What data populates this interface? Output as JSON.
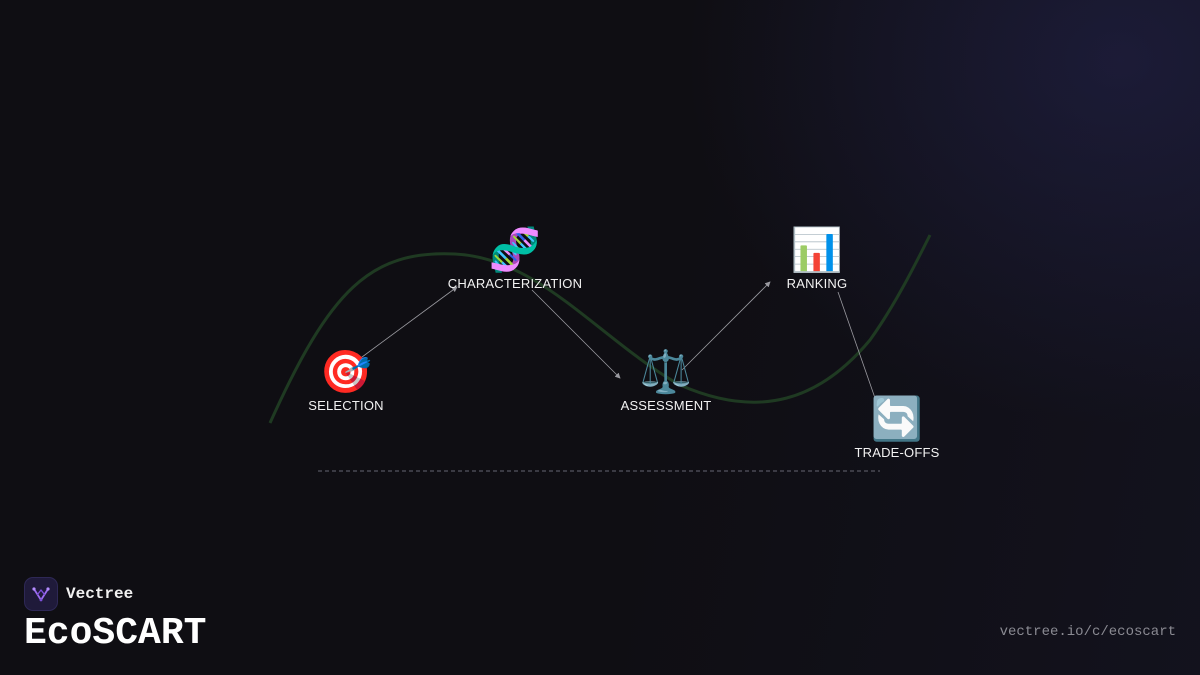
{
  "diagram": {
    "nodes": [
      {
        "id": "selection",
        "label": "SELECTION",
        "icon": "target-icon",
        "glyph": "🎯"
      },
      {
        "id": "characterization",
        "label": "CHARACTERIZATION",
        "icon": "dna-icon",
        "glyph": "🧬"
      },
      {
        "id": "assessment",
        "label": "ASSESSMENT",
        "icon": "scales-icon",
        "glyph": "⚖️"
      },
      {
        "id": "ranking",
        "label": "RANKING",
        "icon": "bar-chart-icon",
        "glyph": "📊"
      },
      {
        "id": "tradeoffs",
        "label": "TRADE-OFFS",
        "icon": "cycle-arrows-icon",
        "glyph": "🔄"
      }
    ],
    "edges": [
      {
        "from": "selection",
        "to": "characterization"
      },
      {
        "from": "characterization",
        "to": "assessment"
      },
      {
        "from": "assessment",
        "to": "ranking"
      },
      {
        "from": "ranking",
        "to": "tradeoffs"
      }
    ],
    "colors": {
      "curve": "#1f3a22",
      "connector": "#9a9aa0",
      "baseline": "#555560",
      "background": "#0f0e13"
    }
  },
  "footer": {
    "brand_name": "Vectree",
    "product_title": "EcoSCART",
    "url": "vectree.io/c/ecoscart",
    "logo_color": "#9b6cf0"
  }
}
